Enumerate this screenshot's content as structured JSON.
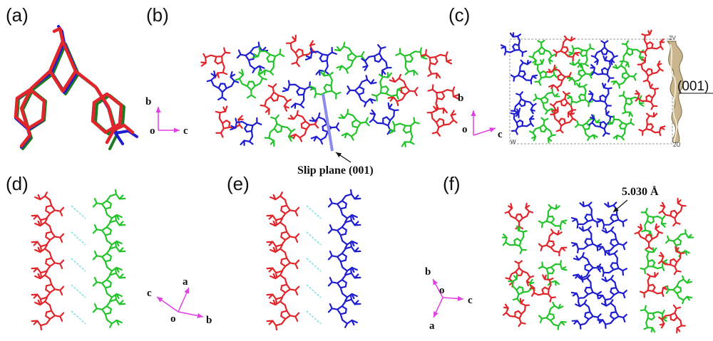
{
  "panels": {
    "a": "(a)",
    "b": "(b)",
    "c": "(c)",
    "d": "(d)",
    "e": "(e)",
    "f": "(f)"
  },
  "axes_b": {
    "up": "b",
    "origin": "o",
    "right": "c"
  },
  "axes_c": {
    "up": "b",
    "origin": "o",
    "right": "c"
  },
  "axes_d": {
    "left": "c",
    "up": "a",
    "origin": "o",
    "right": "b"
  },
  "axes_e": {
    "up": "b",
    "origin": "o",
    "right": "c",
    "down": "a"
  },
  "annotations": {
    "slip_plane": "Slip plane (001)",
    "plane_001": "(001)",
    "distance": "5.030 Å"
  },
  "cell_marks": {
    "top": "2V",
    "bottom": "2U",
    "corner": "W"
  },
  "colors": {
    "red": "#e0262a",
    "green": "#25c32b",
    "blue": "#1e1ed0",
    "dark_green": "#1d7a22",
    "magenta_axis": "#e040e0",
    "slip_line": "#8b8bea",
    "hbond": "#7fe0e8",
    "cell_edge": "#9a9a9a"
  }
}
